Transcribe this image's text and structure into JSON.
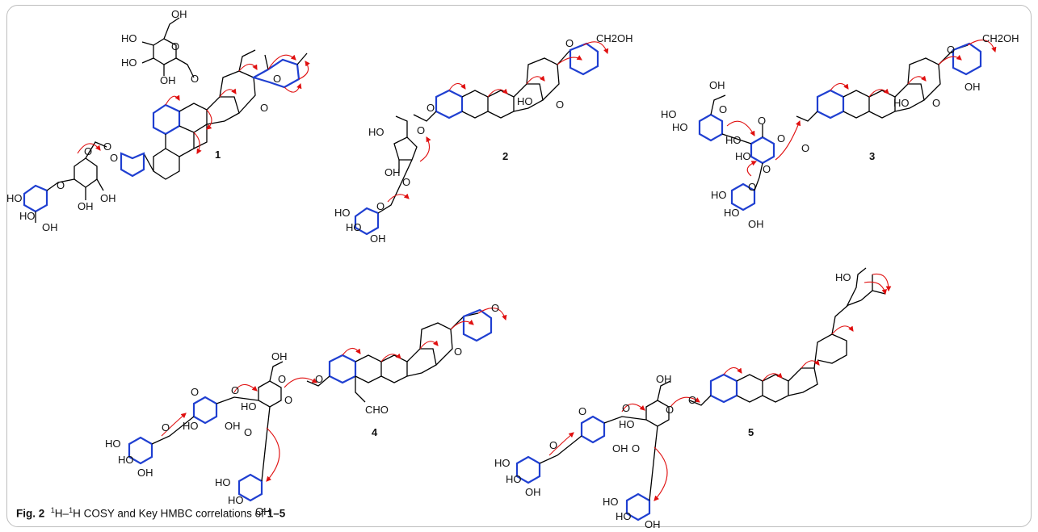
{
  "figure": {
    "caption_label": "Fig. 2",
    "caption_h1a": "H–",
    "caption_h1b": "H COSY and Key HMBC correlations of ",
    "caption_range": "1–5",
    "sup_1": "1",
    "sup_2": "1"
  },
  "compounds": [
    {
      "number": "1",
      "labels": [
        "OH",
        "HO",
        "HO",
        "O",
        "OH",
        "O",
        "O",
        "O",
        "O",
        "O",
        "O",
        "O",
        "HO",
        "HO",
        "OH",
        "OH",
        "OH"
      ]
    },
    {
      "number": "2",
      "labels": [
        "O",
        "CH2OH",
        "O",
        "HO",
        "O",
        "O",
        "O",
        "HO",
        "OH",
        "O",
        "HO",
        "HO",
        "OH"
      ]
    },
    {
      "number": "3",
      "labels": [
        "O",
        "CH2OH",
        "HO",
        "O",
        "OH",
        "OH",
        "HO",
        "HO",
        "O",
        "O",
        "HO",
        "HO",
        "O",
        "O",
        "O",
        "O",
        "HO",
        "HO",
        "OH"
      ]
    },
    {
      "number": "4",
      "labels": [
        "O",
        "O",
        "O",
        "CHO",
        "OH",
        "O",
        "O",
        "O",
        "HO",
        "O",
        "O",
        "HO",
        "OH",
        "O",
        "HO",
        "HO",
        "OH",
        "HO",
        "HO",
        "OH"
      ]
    },
    {
      "number": "5",
      "labels": [
        "HO",
        "OH",
        "O",
        "O",
        "HO",
        "O",
        "O",
        "O",
        "OH",
        "O",
        "HO",
        "HO",
        "OH",
        "HO",
        "HO",
        "OH"
      ]
    }
  ],
  "colors": {
    "cosy": "#1f3fd1",
    "hmbc": "#e01010",
    "bond": "#000000",
    "frame": "#bdbdbd"
  }
}
